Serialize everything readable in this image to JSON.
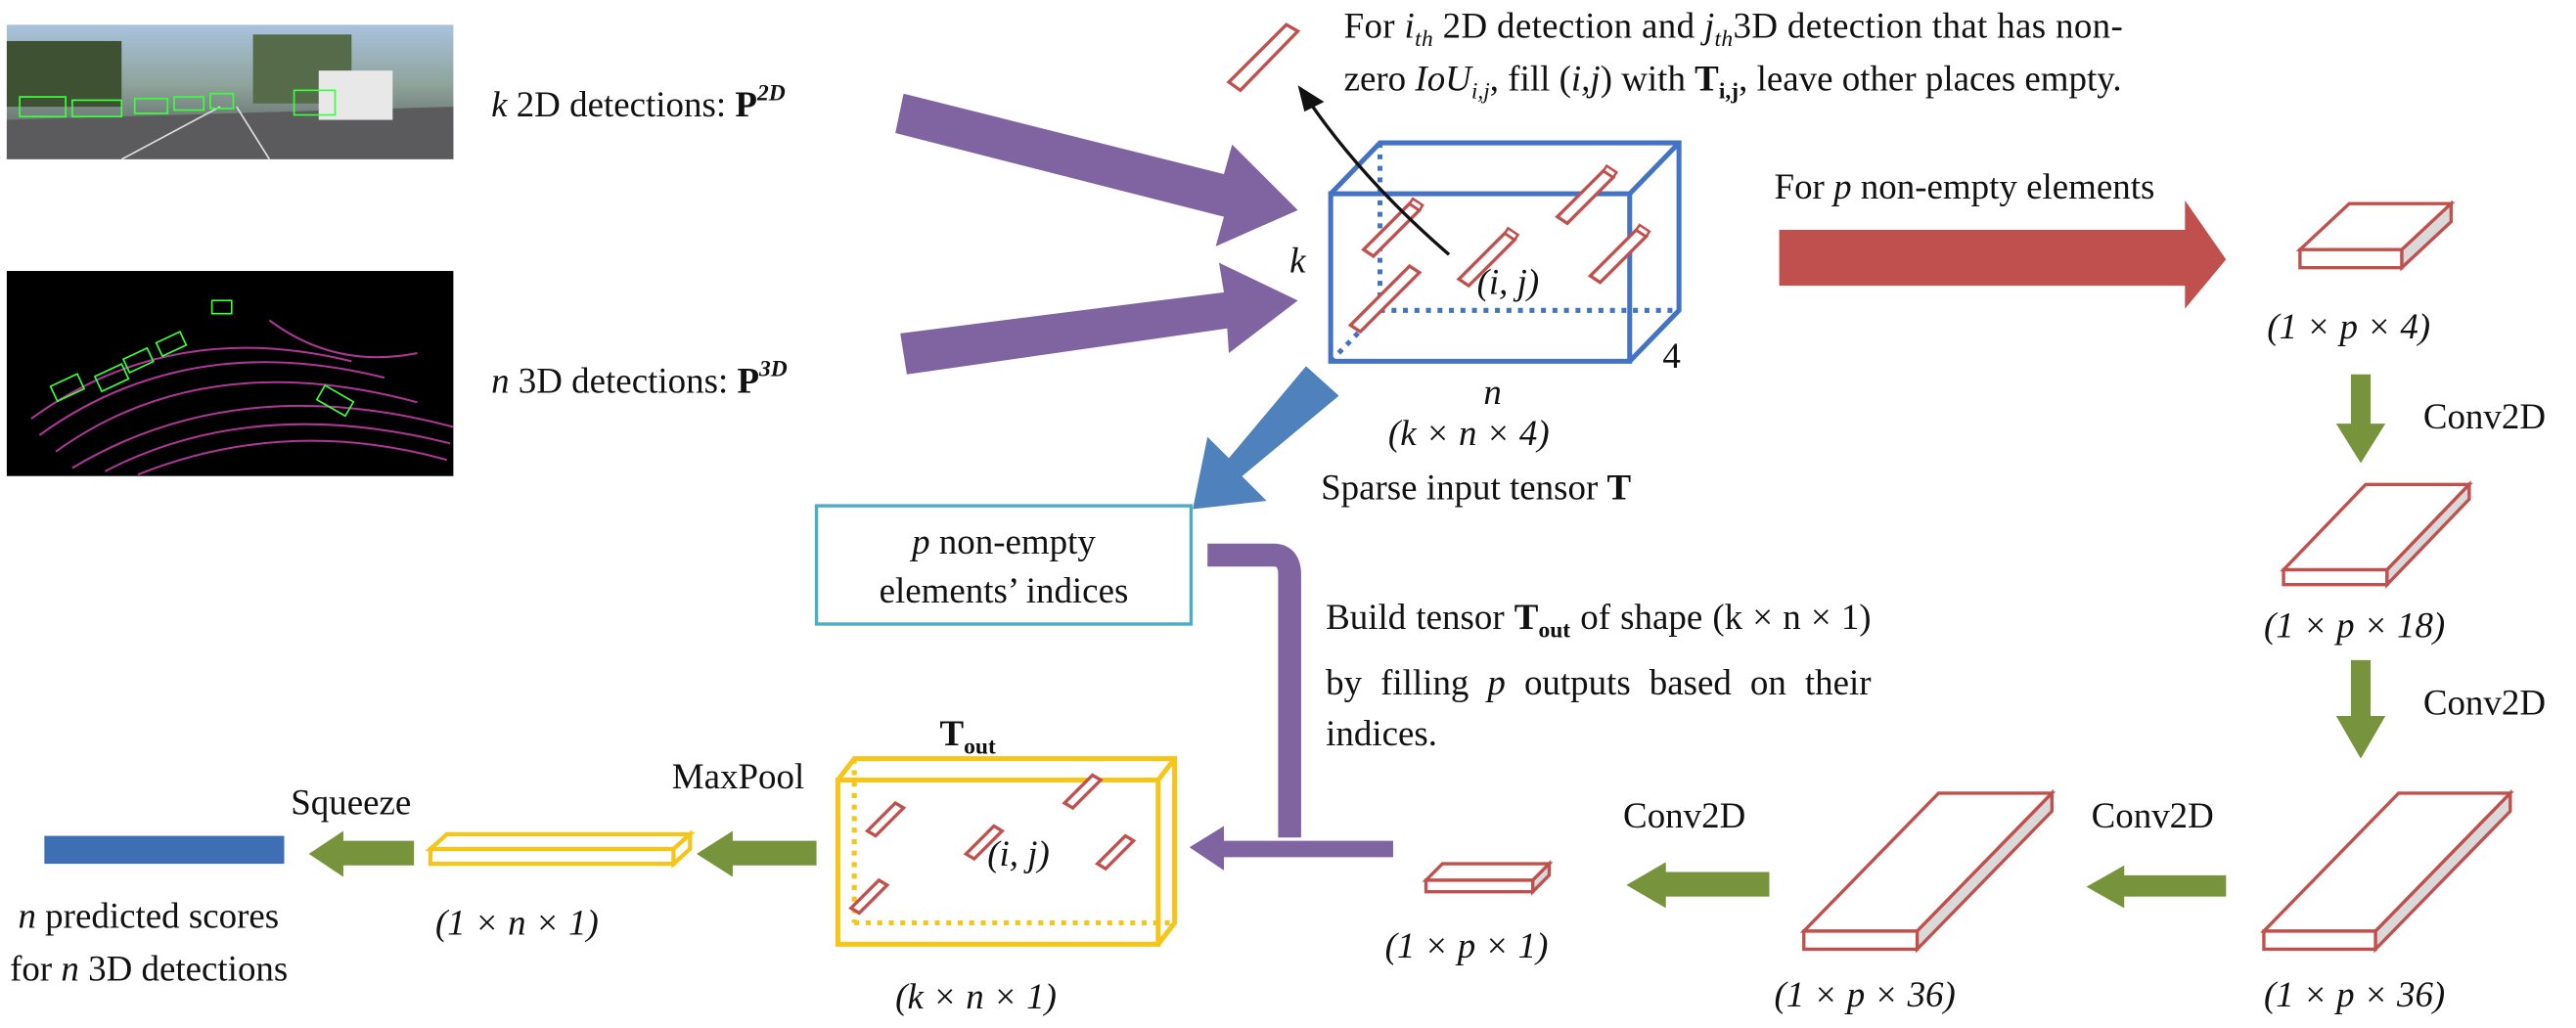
{
  "inputs": {
    "det2d_k": "k",
    "det2d_label": "2D detections:",
    "det2d_symbol": "P",
    "det2d_sup": "2D",
    "det3d_n": "n",
    "det3d_label": "3D detections:",
    "det3d_symbol": "P",
    "det3d_sup": "3D"
  },
  "fill_note": {
    "line1_a": "For ",
    "line1_i": "i",
    "line1_th1": "th",
    "line1_b": " 2D detection and ",
    "line1_j": "j",
    "line1_th2": "th",
    "line1_c": "3D detection that has non-",
    "line2_a": "zero ",
    "line2_iou": "IoU",
    "line2_sub": "i,j",
    "line2_b": ", fill (",
    "line2_ij": "i,j",
    "line2_c": ") with ",
    "line2_T": "T",
    "line2_Tsub": "i,j",
    "line2_d": ", leave other places empty."
  },
  "sparse_tensor": {
    "k_axis": "k",
    "n_axis": "n",
    "depth_axis": "4",
    "cell": "(i, j)",
    "shape": "(k × n × 4)",
    "caption": "Sparse input tensor",
    "caption_symbol": "T"
  },
  "red_flow": {
    "label_a": "For ",
    "label_p": "p",
    "label_b": " non-empty elements"
  },
  "indices_box": {
    "line1_p": "p",
    "line1": " non-empty",
    "line2": "elements’ indices"
  },
  "build_note": {
    "a": "Build tensor ",
    "T": "T",
    "Tsub": "out",
    "b": " of shape (k × n × 1) by filling ",
    "p": "p",
    "c": " outputs based on their indices."
  },
  "pipeline": {
    "shape1": "(1 × p × 4)",
    "shape2": "(1 × p × 18)",
    "shape3": "(1 × p × 36)",
    "shape4": "(1 × p × 36)",
    "shape5": "(1 × p × 1)",
    "conv_a": "Conv2D",
    "conv_b": "Conv2D",
    "conv_c": "Conv2D",
    "conv_d": "Conv2D"
  },
  "output": {
    "tout_symbol": "T",
    "tout_sub": "out",
    "tout_cell": "(i, j)",
    "tout_shape": "(k × n × 1)",
    "maxpool": "MaxPool",
    "pooled_shape": "(1 × n × 1)",
    "squeeze": "Squeeze",
    "scores_line1_n": "n",
    "scores_line1": " predicted scores",
    "scores_line2_a": "for ",
    "scores_line2_n": "n",
    "scores_line2_b": " 3D detections"
  },
  "colors": {
    "purple_arrow": "#8064a2",
    "red_arrow": "#c0504d",
    "blue_arrow": "#4f81bd",
    "green_arrow": "#77933c",
    "tensor_outline": "#4472c4",
    "tout_outline": "#f5c518",
    "index_box_border": "#4bacc6",
    "score_bar": "#3e6fb5"
  },
  "icons": [
    "camera-image-thumbnail",
    "lidar-pointcloud-thumbnail"
  ]
}
